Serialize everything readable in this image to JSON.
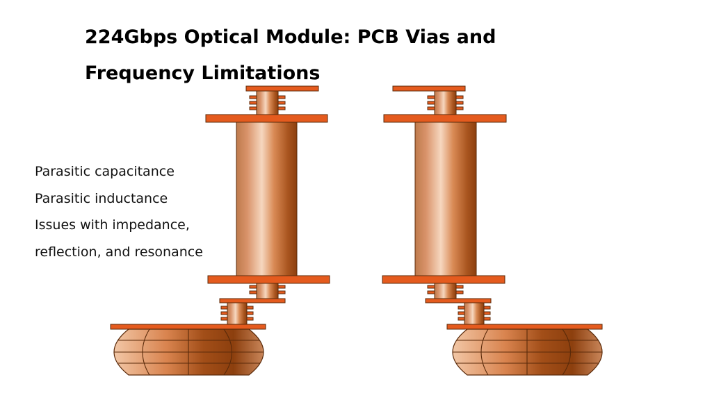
{
  "slide": {
    "title_lines": [
      "224Gbps Optical Module: PCB Vias and",
      "Frequency Limitations"
    ],
    "issues": [
      "Parasitic capacitance",
      "Parasitic inductance",
      "Issues with impedance,",
      "reflection, and resonance"
    ]
  },
  "colors": {
    "pad_orange": "#E55B1E",
    "copper_light": "#F6D7BF",
    "copper_mid": "#D9844F",
    "copper_dark": "#8C3F0E",
    "outline": "#5A2A0A"
  }
}
